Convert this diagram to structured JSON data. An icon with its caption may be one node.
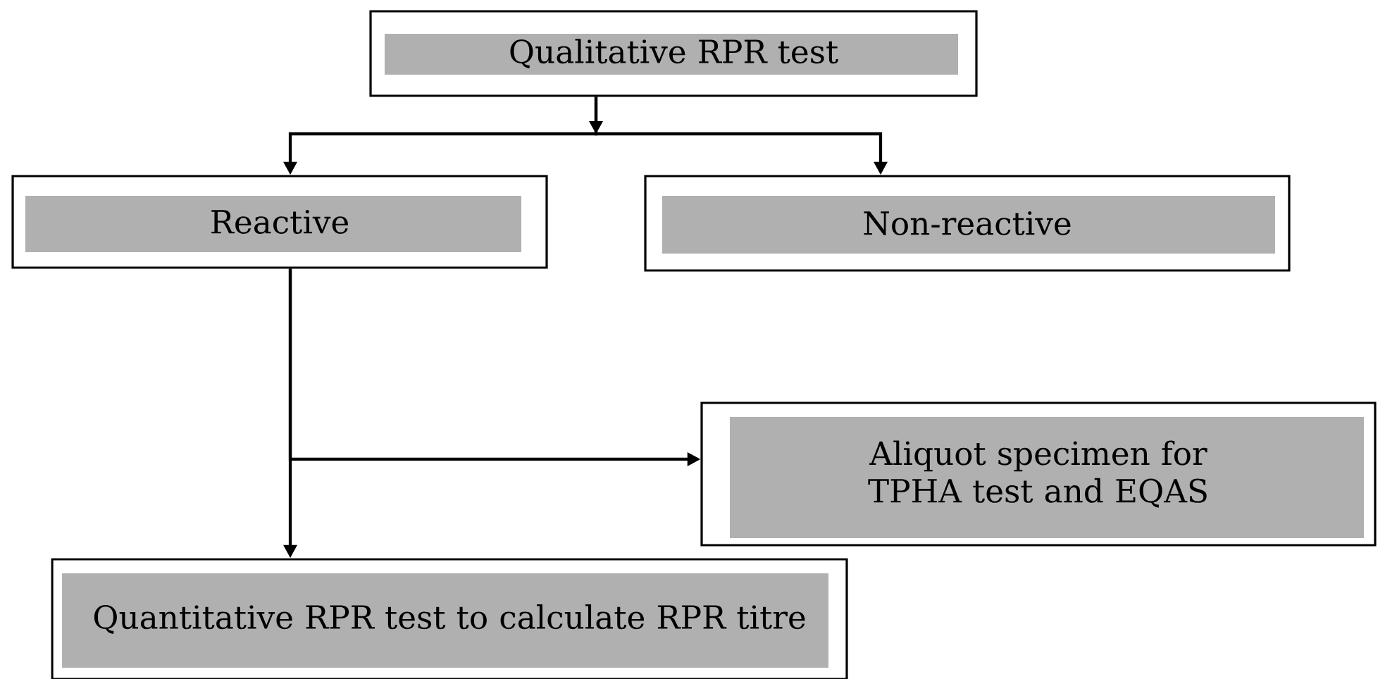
{
  "diagram": {
    "nodes": [
      {
        "text": [
          "Qualitative RPR test"
        ]
      },
      {
        "text": [
          "Reactive"
        ]
      },
      {
        "text": [
          "Non-reactive"
        ]
      },
      {
        "text": [
          "Aliquot specimen for TPHA test and EQAS"
        ]
      },
      {
        "text": [
          "Quantitative RPR test to calculate RPR titre"
        ]
      }
    ],
    "edges": [
      {
        "from": 0,
        "to": 1,
        "arrow": "to"
      },
      {
        "from": 0,
        "to": 2,
        "arrow": "to"
      },
      {
        "from": 1,
        "to": 4,
        "arrow": "to"
      },
      {
        "from": 1,
        "to": 3,
        "arrow": "to"
      }
    ]
  }
}
